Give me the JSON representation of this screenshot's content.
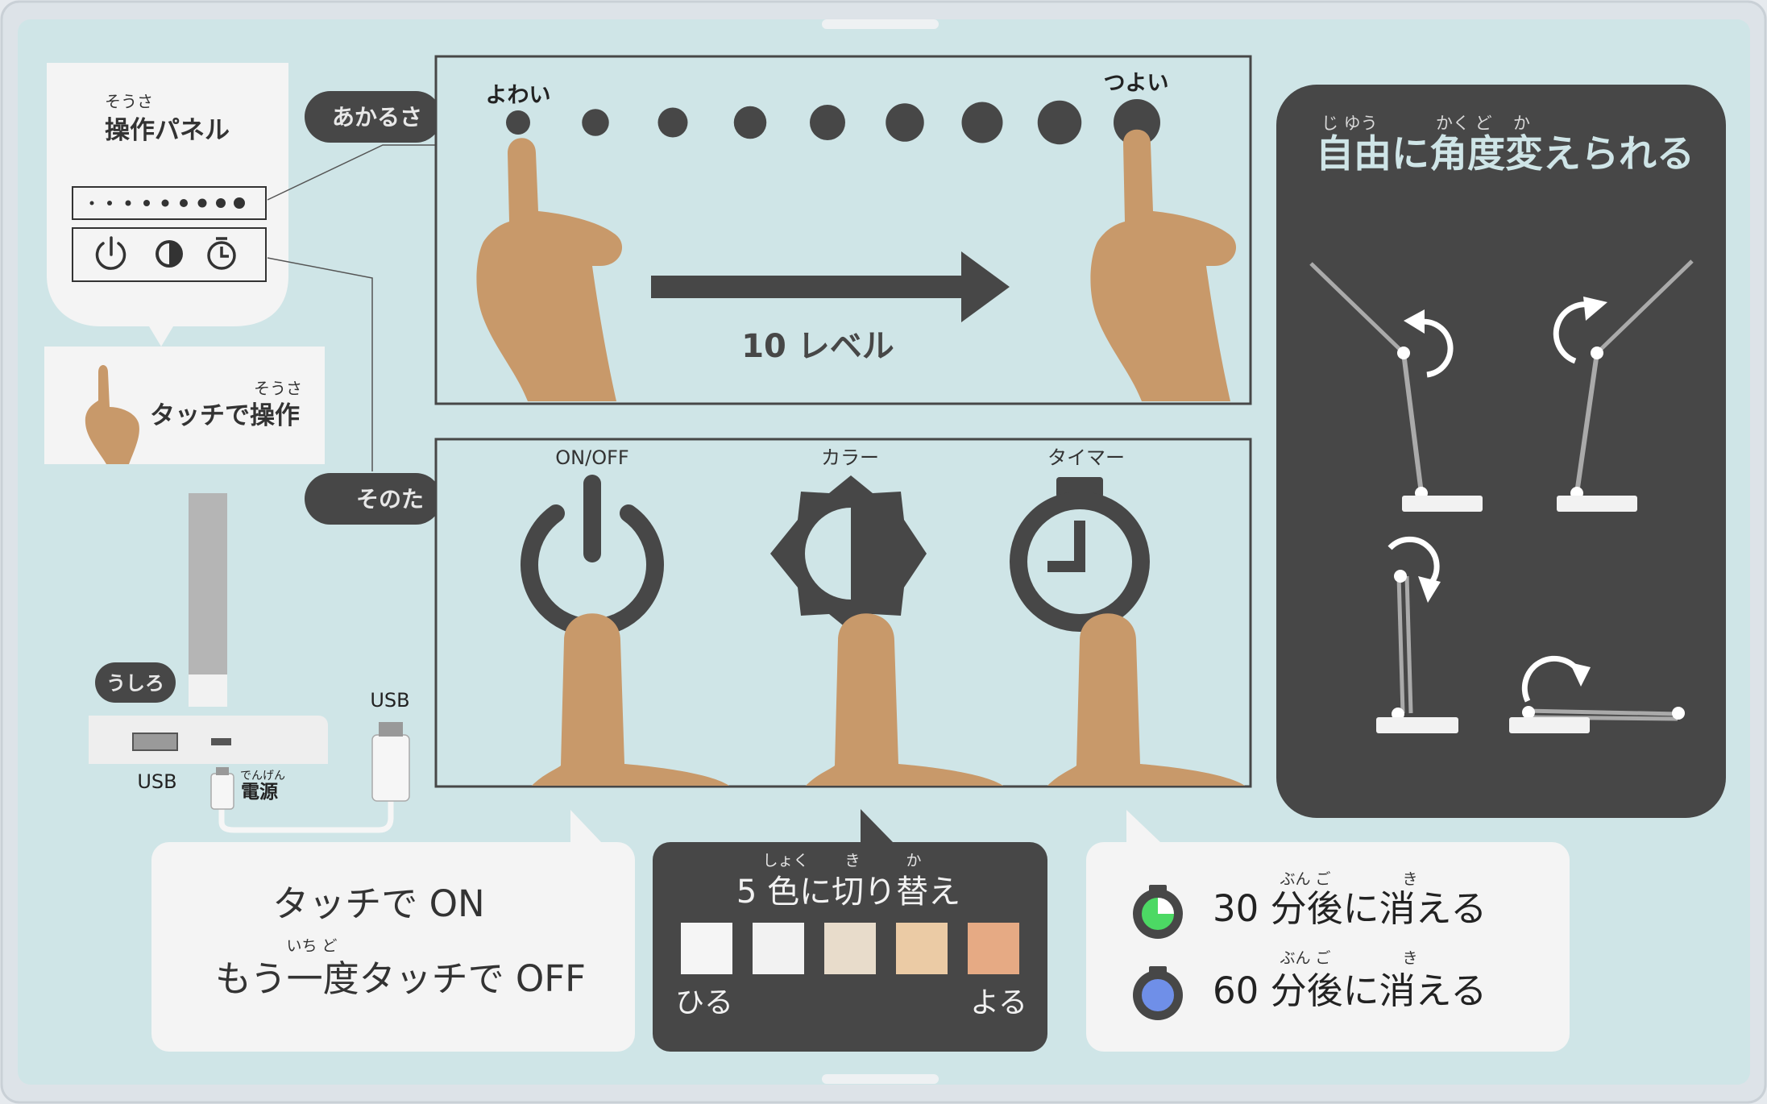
{
  "panel": {
    "title_ruby": "そうさ",
    "title": "操作パネル"
  },
  "touch_note": {
    "ruby": "そうさ",
    "label": "タッチで操作"
  },
  "tags": {
    "brightness": "あかるさ",
    "other": "そのた",
    "back": "うしろ"
  },
  "brightness": {
    "weak": "よわい",
    "strong": "つよい",
    "levels_label": "10 レベル",
    "dot_count": 9
  },
  "controls": {
    "onoff": "ON/OFF",
    "color": "カラー",
    "timer": "タイマー"
  },
  "ports": {
    "usb_port": "USB",
    "usb_plug": "USB",
    "power_ruby": "でんげん",
    "power": "電源"
  },
  "angle": {
    "ruby_1": "じ ゆう",
    "ruby_2": "かく ど",
    "ruby_3": "か",
    "title": "自由に角度変えられる"
  },
  "onoff_bubble": {
    "line1": "タッチで ON",
    "ruby": "いち ど",
    "line2": "もう一度タッチで OFF"
  },
  "color_bubble": {
    "ruby_1": "しょく",
    "ruby_2": "き",
    "ruby_3": "か",
    "title": "5 色に切り替え",
    "day": "ひる",
    "night": "よる",
    "swatches": [
      "#f5f5f5",
      "#f2f2f2",
      "#e8dccb",
      "#ebcba5",
      "#e6aa84"
    ]
  },
  "timer_bubble": {
    "ruby_a": "ぶん ご",
    "ruby_b": "き",
    "line1": "30 分後に消える",
    "line2": "60 分後に消える"
  },
  "colors": {
    "bg": "#cfe5e7",
    "dark": "#474747",
    "finger": "#c8996a",
    "bubble_light": "#f4f4f4",
    "timer_green": "#4cd964",
    "timer_blue": "#6f8fe8"
  }
}
